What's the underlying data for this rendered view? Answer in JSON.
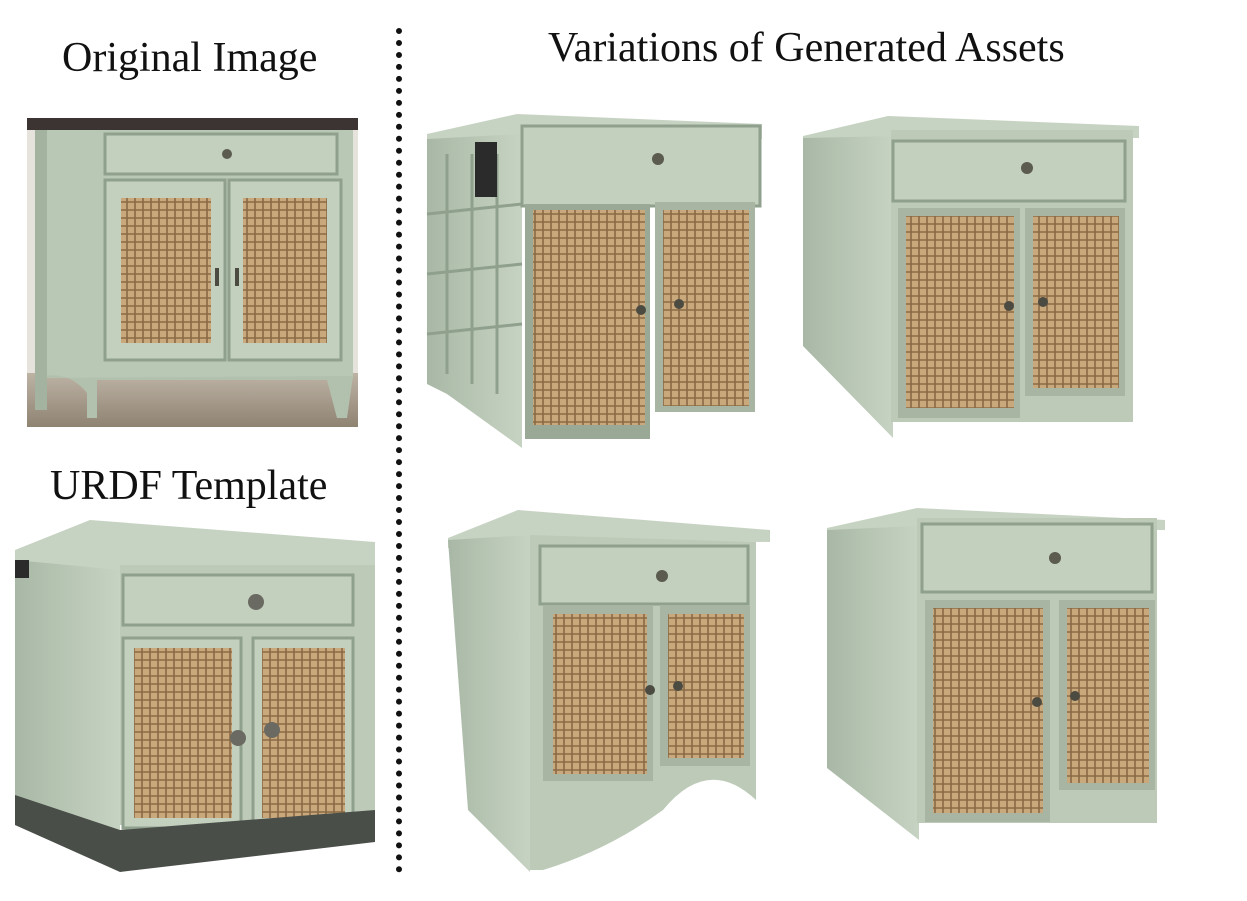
{
  "titles": {
    "original": "Original Image",
    "urdf": "URDF Template",
    "variations": "Variations of Generated Assets"
  },
  "colors": {
    "cabinet_body": "#b9c8b4",
    "cabinet_shadow": "#8fa08d",
    "cabinet_dark": "#6f7e6e",
    "rattan": "#c4a377",
    "rattan_line": "#8a6a45",
    "top_wood": "#3b3432",
    "base_dark": "#4a4e49"
  },
  "panels": [
    {
      "id": "original-image",
      "kind": "photo"
    },
    {
      "id": "urdf-template",
      "kind": "render"
    },
    {
      "id": "variation-1",
      "kind": "render"
    },
    {
      "id": "variation-2",
      "kind": "render"
    },
    {
      "id": "variation-3",
      "kind": "render"
    },
    {
      "id": "variation-4",
      "kind": "render"
    }
  ]
}
